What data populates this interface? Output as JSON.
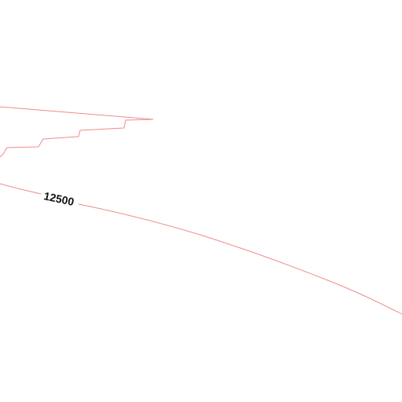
{
  "map": {
    "background_color": "#ffffff",
    "contour_color": "#f08a8a",
    "contours": [
      {
        "name": "contour-upper",
        "label": ""
      },
      {
        "name": "contour-12500",
        "label": "12500"
      }
    ]
  }
}
